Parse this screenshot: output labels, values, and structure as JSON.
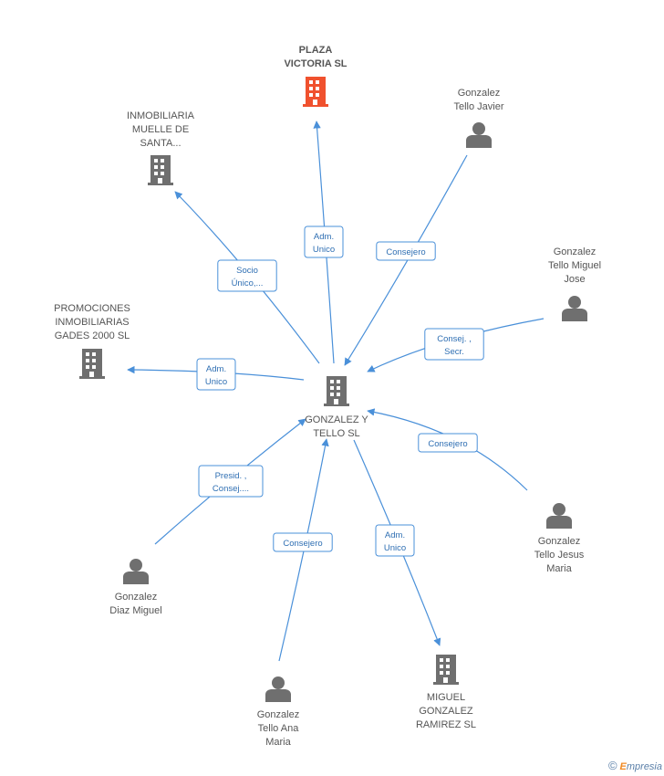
{
  "colors": {
    "edge": "#4a90d9",
    "building_gray": "#6f6f6f",
    "building_highlight": "#f0512e",
    "person": "#6f6f6f",
    "label_text": "#555555",
    "rel_text": "#2f6fb3"
  },
  "nodes": [
    {
      "id": "center",
      "type": "company",
      "icon": "building-icon",
      "lines": [
        "GONZALEZ Y",
        "TELLO SL"
      ]
    },
    {
      "id": "plaza",
      "type": "company",
      "icon": "building-icon",
      "highlight": true,
      "lines": [
        "PLAZA",
        "VICTORIA SL"
      ]
    },
    {
      "id": "muelle",
      "type": "company",
      "icon": "building-icon",
      "lines": [
        "INMOBILIARIA",
        "MUELLE DE",
        "SANTA..."
      ]
    },
    {
      "id": "gades",
      "type": "company",
      "icon": "building-icon",
      "lines": [
        "PROMOCIONES",
        "INMOBILIARIAS",
        "GADES 2000 SL"
      ]
    },
    {
      "id": "javier",
      "type": "person",
      "icon": "person-icon",
      "lines": [
        "Gonzalez",
        "Tello Javier"
      ]
    },
    {
      "id": "miguel_jose",
      "type": "person",
      "icon": "person-icon",
      "lines": [
        "Gonzalez",
        "Tello Miguel",
        "Jose"
      ]
    },
    {
      "id": "jesus",
      "type": "person",
      "icon": "person-icon",
      "lines": [
        "Gonzalez",
        "Tello Jesus",
        "Maria"
      ]
    },
    {
      "id": "diaz",
      "type": "person",
      "icon": "person-icon",
      "lines": [
        "Gonzalez",
        "Diaz Miguel"
      ]
    },
    {
      "id": "ana",
      "type": "person",
      "icon": "person-icon",
      "lines": [
        "Gonzalez",
        "Tello Ana",
        "Maria"
      ]
    },
    {
      "id": "ramirez",
      "type": "company",
      "icon": "building-icon",
      "lines": [
        "MIGUEL",
        "GONZALEZ",
        "RAMIREZ SL"
      ]
    }
  ],
  "edges": [
    {
      "from": "center",
      "to": "plaza",
      "label": [
        "Adm.",
        "Unico"
      ]
    },
    {
      "from": "center",
      "to": "muelle",
      "label": [
        "Socio",
        "Único,..."
      ]
    },
    {
      "from": "center",
      "to": "gades",
      "label": [
        "Adm.",
        "Unico"
      ]
    },
    {
      "from": "javier",
      "to": "center",
      "label": [
        "Consejero"
      ]
    },
    {
      "from": "miguel_jose",
      "to": "center",
      "label": [
        "Consej. ,",
        "Secr."
      ]
    },
    {
      "from": "jesus",
      "to": "center",
      "label": [
        "Consejero"
      ]
    },
    {
      "from": "diaz",
      "to": "center",
      "label": [
        "Presid. ,",
        "Consej...."
      ]
    },
    {
      "from": "ana",
      "to": "center",
      "label": [
        "Consejero"
      ]
    },
    {
      "from": "center",
      "to": "ramirez",
      "label": [
        "Adm.",
        "Unico"
      ]
    }
  ],
  "footer": {
    "copyright_symbol": "©",
    "brand_initial": "E",
    "brand_rest": "mpresia"
  }
}
